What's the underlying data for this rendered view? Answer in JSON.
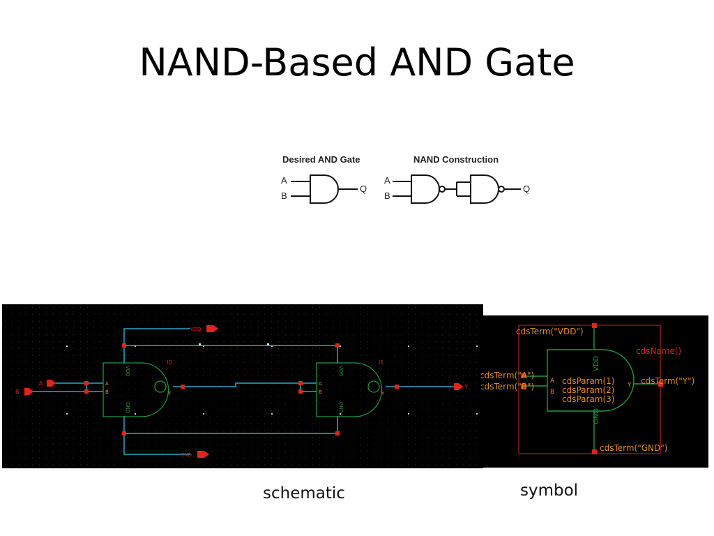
{
  "slide": {
    "title": "NAND-Based AND Gate"
  },
  "gate_diagram": {
    "desired_label": "Desired AND Gate",
    "nand_label": "NAND Construction",
    "input_a": "A",
    "input_b": "B",
    "output_q": "Q"
  },
  "schematic": {
    "pin_b": "B",
    "pin_a": "A",
    "pin_vdd": "VDD",
    "pin_gnd": "GND",
    "pin_y": "Y",
    "inst0_name": "I0",
    "inst1_name": "I1",
    "port_a": "A",
    "port_b": "B",
    "port_vdd": "VDD",
    "port_gnd": "GND",
    "port_y": "Y",
    "caption": "schematic"
  },
  "symbol": {
    "term_vdd": "cdsTerm(\"VDD\")",
    "term_a": "cdsTerm(\"A\")",
    "term_b": "cdsTerm(\"B\")",
    "term_y": "cdsTerm(\"Y\")",
    "term_gnd": "cdsTerm(\"GND\")",
    "name": "cdsName()",
    "param1": "cdsParam(1)",
    "param2": "cdsParam(2)",
    "param3": "cdsParam(3)",
    "port_vdd": "VDD",
    "port_gnd": "GND",
    "port_a": "A",
    "port_b": "B",
    "port_y": "Y",
    "caption": "symbol"
  },
  "colors": {
    "wire": "#2aa7c9",
    "gate": "#1f9a3f",
    "pin": "#e0251c",
    "label": "#e08a24"
  }
}
